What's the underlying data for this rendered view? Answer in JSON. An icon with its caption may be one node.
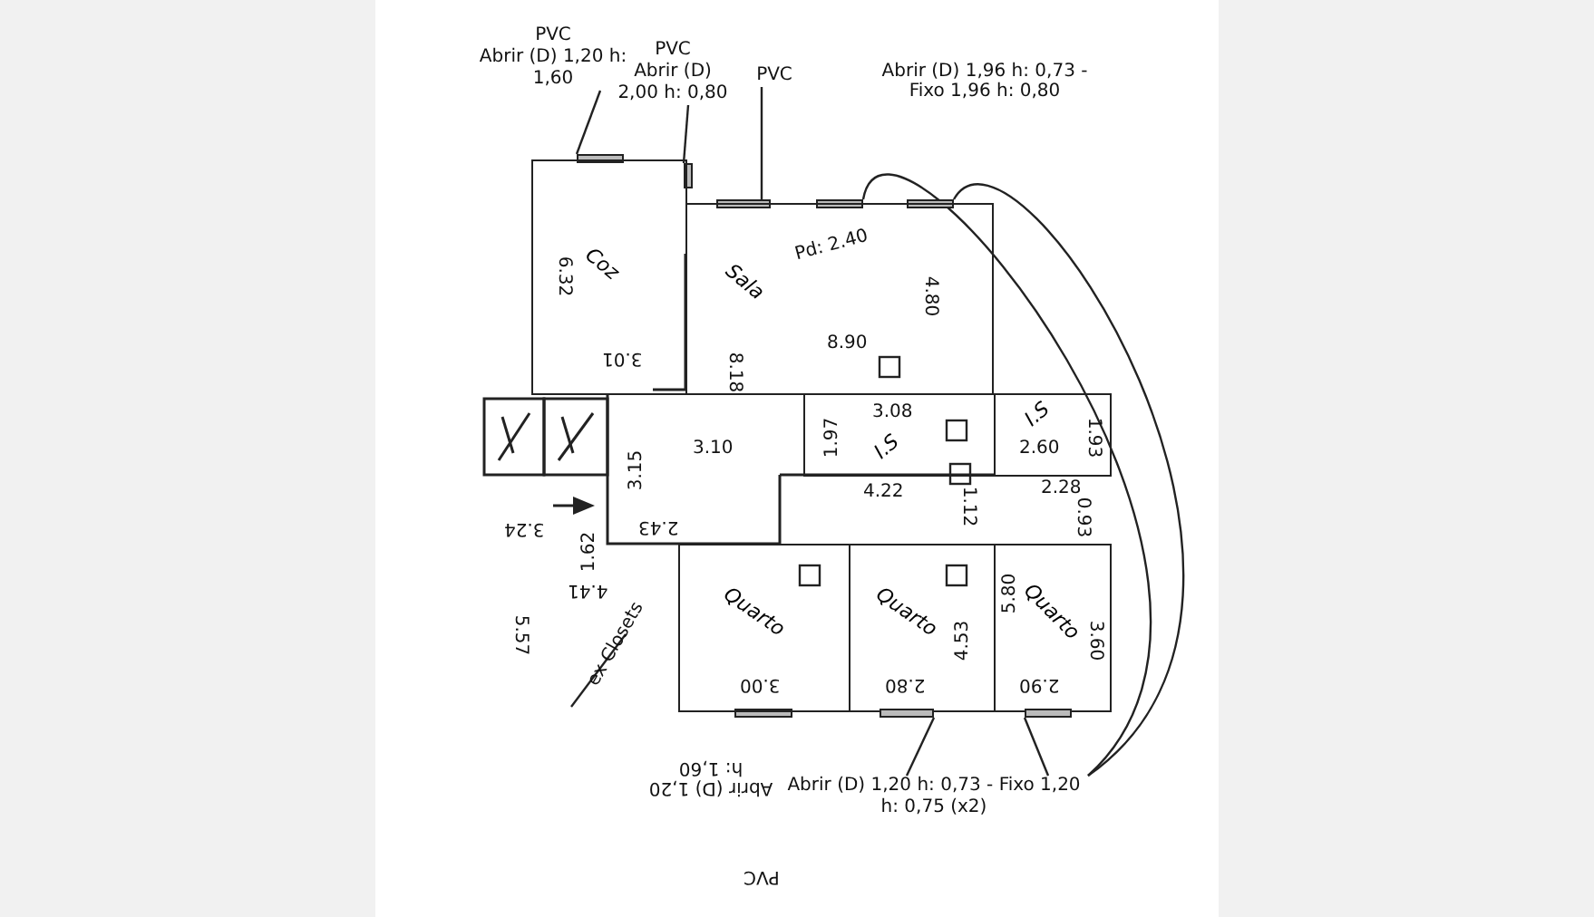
{
  "diagram": {
    "nodes": [
      {
        "text": [
          "PVC",
          "Abrir (D) 1,20 h: 1,60"
        ]
      },
      {
        "text": [
          "PVC",
          "Abrir (D) 2,00 h: 0,80"
        ]
      },
      {
        "text": [
          "PVC"
        ]
      },
      {
        "text": [],
        "shape": "bar"
      },
      {
        "text": [],
        "shape": "bar"
      },
      {
        "text": [],
        "shape": "bar"
      },
      {
        "text": [],
        "shape": "bar"
      },
      {
        "text": [],
        "shape": "bar"
      },
      {
        "text": [
          "Coz"
        ]
      },
      {
        "text": [
          "Sala"
        ]
      },
      {
        "text": [
          "I.S"
        ]
      },
      {
        "text": [
          "I.S"
        ]
      },
      {
        "text": [
          "Quarto"
        ]
      },
      {
        "text": [
          "Quarto"
        ]
      },
      {
        "text": [
          "Quarto"
        ]
      },
      {
        "text": [],
        "shape": "bar"
      },
      {
        "text": [],
        "shape": "bar"
      },
      {
        "text": [
          "Abrir (D) 1,20 h: 0,73 - Fixo 1,20 h: 0,75 (x2)"
        ]
      }
    ],
    "edges": [
      {
        "from": 0,
        "to": 3,
        "arrow": "none"
      },
      {
        "from": 1,
        "to": 4,
        "arrow": "none"
      },
      {
        "from": 2,
        "to": 5,
        "arrow": "none"
      },
      {
        "from": 6,
        "to": 17,
        "arrow": "none"
      },
      {
        "from": 7,
        "to": 17,
        "arrow": "none"
      },
      {
        "from": 15,
        "to": 17,
        "arrow": "none"
      },
      {
        "from": 16,
        "to": 17,
        "arrow": "none"
      }
    ],
    "labels": [
      "Abrir (D) 1,96 h: 0,73 - Fixo 1,96 h: 0,80",
      "Pd: 2.40",
      "6.32",
      "4.80",
      "8.18",
      "3.01",
      "8.90",
      "3.08",
      "1.97",
      "2.60",
      "1.93",
      "3.10",
      "3.15",
      "4.22",
      "1.12",
      "2.28",
      "0.93",
      "3.24",
      "2.43",
      "1.62",
      "4.41",
      "5.57",
      "ex Closets",
      "5.80",
      "4.53",
      "3.60",
      "3.00",
      "2.80",
      "2.90",
      "Abrir (D) 1,20 h: 1,60",
      "PVC"
    ]
  }
}
